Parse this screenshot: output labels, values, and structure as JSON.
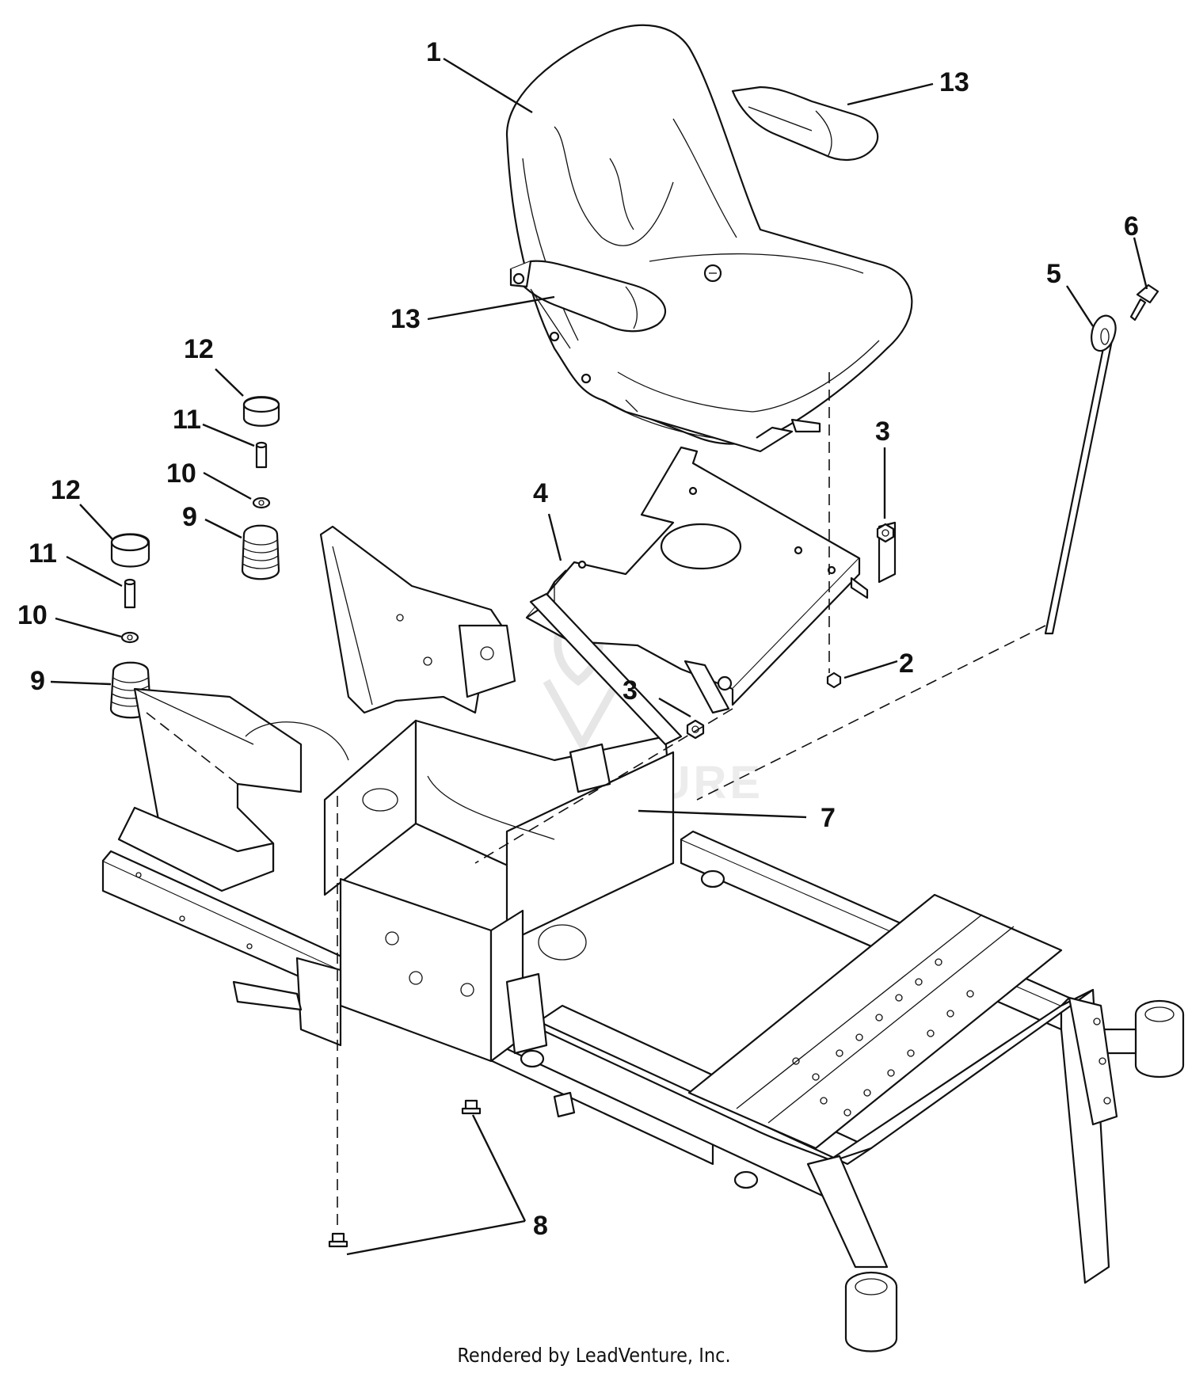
{
  "diagram": {
    "callouts": [
      {
        "id": "c1",
        "label": "1"
      },
      {
        "id": "c13a",
        "label": "13"
      },
      {
        "id": "c13b",
        "label": "13"
      },
      {
        "id": "c6",
        "label": "6"
      },
      {
        "id": "c5",
        "label": "5"
      },
      {
        "id": "c3a",
        "label": "3"
      },
      {
        "id": "c4",
        "label": "4"
      },
      {
        "id": "c2",
        "label": "2"
      },
      {
        "id": "c3b",
        "label": "3"
      },
      {
        "id": "c7",
        "label": "7"
      },
      {
        "id": "c8",
        "label": "8"
      },
      {
        "id": "c12a",
        "label": "12"
      },
      {
        "id": "c11a",
        "label": "11"
      },
      {
        "id": "c10a",
        "label": "10"
      },
      {
        "id": "c9a",
        "label": "9"
      },
      {
        "id": "c12b",
        "label": "12"
      },
      {
        "id": "c11b",
        "label": "11"
      },
      {
        "id": "c10b",
        "label": "10"
      },
      {
        "id": "c9b",
        "label": "9"
      }
    ],
    "watermark": "LEADVENTURE",
    "footer": "Rendered by LeadVenture, Inc."
  }
}
